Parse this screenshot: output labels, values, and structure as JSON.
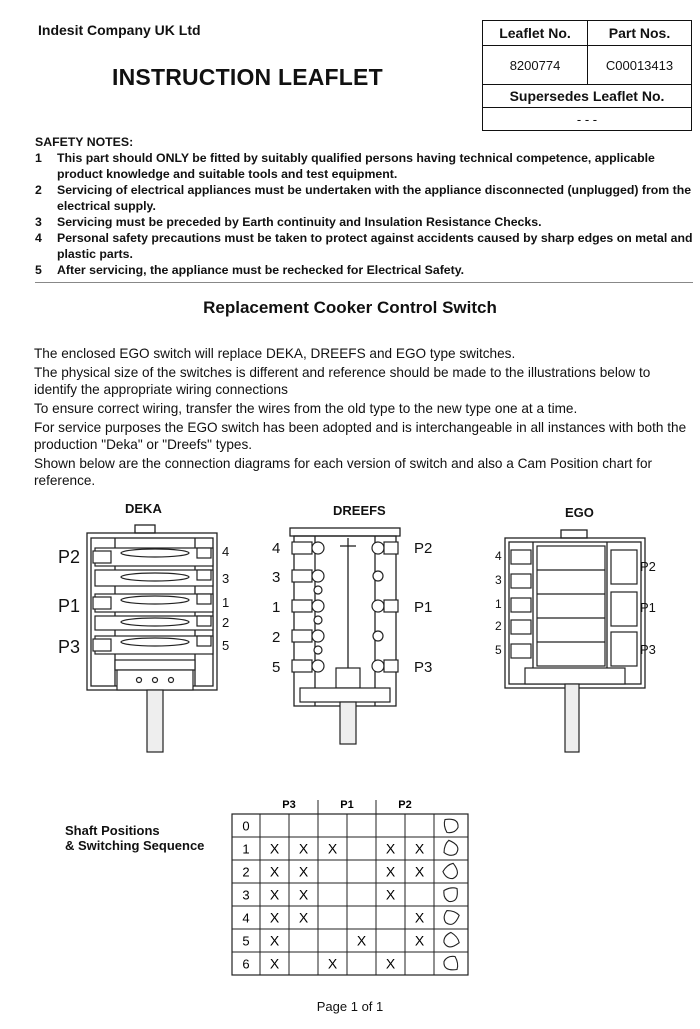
{
  "header": {
    "company": "Indesit Company UK Ltd",
    "title": "INSTRUCTION LEAFLET",
    "leaflet_no_label": "Leaflet No.",
    "part_nos_label": "Part Nos.",
    "leaflet_no": "8200774",
    "part_no": "C00013413",
    "supersedes_label": "Supersedes Leaflet No.",
    "supersedes_value": "- - -"
  },
  "safety": {
    "heading": "SAFETY NOTES:",
    "items": [
      {
        "num": "1",
        "text": "This part should ONLY be fitted by suitably qualified persons having technical competence, applicable product knowledge and suitable tools and test equipment."
      },
      {
        "num": "2",
        "text": "Servicing of electrical appliances must be undertaken with the appliance disconnected (unplugged) from the electrical supply."
      },
      {
        "num": "3",
        "text": "Servicing must be preceded by Earth continuity and Insulation Resistance Checks."
      },
      {
        "num": "4",
        "text": "Personal safety precautions must be taken to protect against accidents caused by sharp edges on metal and plastic parts."
      },
      {
        "num": "5",
        "text": "After servicing, the appliance must be rechecked for Electrical Safety."
      }
    ]
  },
  "section_heading": "Replacement Cooker Control Switch",
  "intro": [
    "The enclosed EGO switch will replace DEKA, DREEFS and EGO type switches.",
    "The physical size of the switches is different and reference should be made to the illustrations below to identify the appropriate wiring connections",
    "To ensure correct wiring, transfer the wires from the old type to the new type one at a time.",
    "For service purposes the EGO switch has been adopted and is interchangeable in all instances with both the production \"Deka\" or \"Dreefs\" types.",
    "Shown below are the connection diagrams for each version of switch and also a Cam Position chart for reference."
  ],
  "diagrams": {
    "deka": {
      "label": "DEKA",
      "left_labels": [
        "P2",
        "P1",
        "P3"
      ],
      "right_numbers": [
        "4",
        "3",
        "1",
        "2",
        "5"
      ]
    },
    "dreefs": {
      "label": "DREEFS",
      "left_numbers": [
        "4",
        "3",
        "1",
        "2",
        "5"
      ],
      "right_labels": [
        "P2",
        "P1",
        "P3"
      ]
    },
    "ego": {
      "label": "EGO",
      "left_numbers": [
        "4",
        "3",
        "1",
        "2",
        "5"
      ],
      "right_labels": [
        "P2",
        "P1",
        "P3"
      ]
    }
  },
  "shaft_table": {
    "label_line1": "Shaft Positions",
    "label_line2": "& Switching Sequence",
    "group_headers": [
      "P3",
      "P1",
      "P2"
    ],
    "rows": [
      {
        "pos": "0",
        "cells": [
          "",
          "",
          "",
          "",
          "",
          ""
        ]
      },
      {
        "pos": "1",
        "cells": [
          "X",
          "X",
          "X",
          "",
          "X",
          "X"
        ]
      },
      {
        "pos": "2",
        "cells": [
          "X",
          "X",
          "",
          "",
          "X",
          "X"
        ]
      },
      {
        "pos": "3",
        "cells": [
          "X",
          "X",
          "",
          "",
          "X",
          ""
        ]
      },
      {
        "pos": "4",
        "cells": [
          "X",
          "X",
          "",
          "",
          "",
          "X"
        ]
      },
      {
        "pos": "5",
        "cells": [
          "X",
          "",
          "",
          "X",
          "",
          "X"
        ]
      },
      {
        "pos": "6",
        "cells": [
          "X",
          "",
          "X",
          "",
          "X",
          ""
        ]
      }
    ]
  },
  "footer": "Page 1 of 1"
}
